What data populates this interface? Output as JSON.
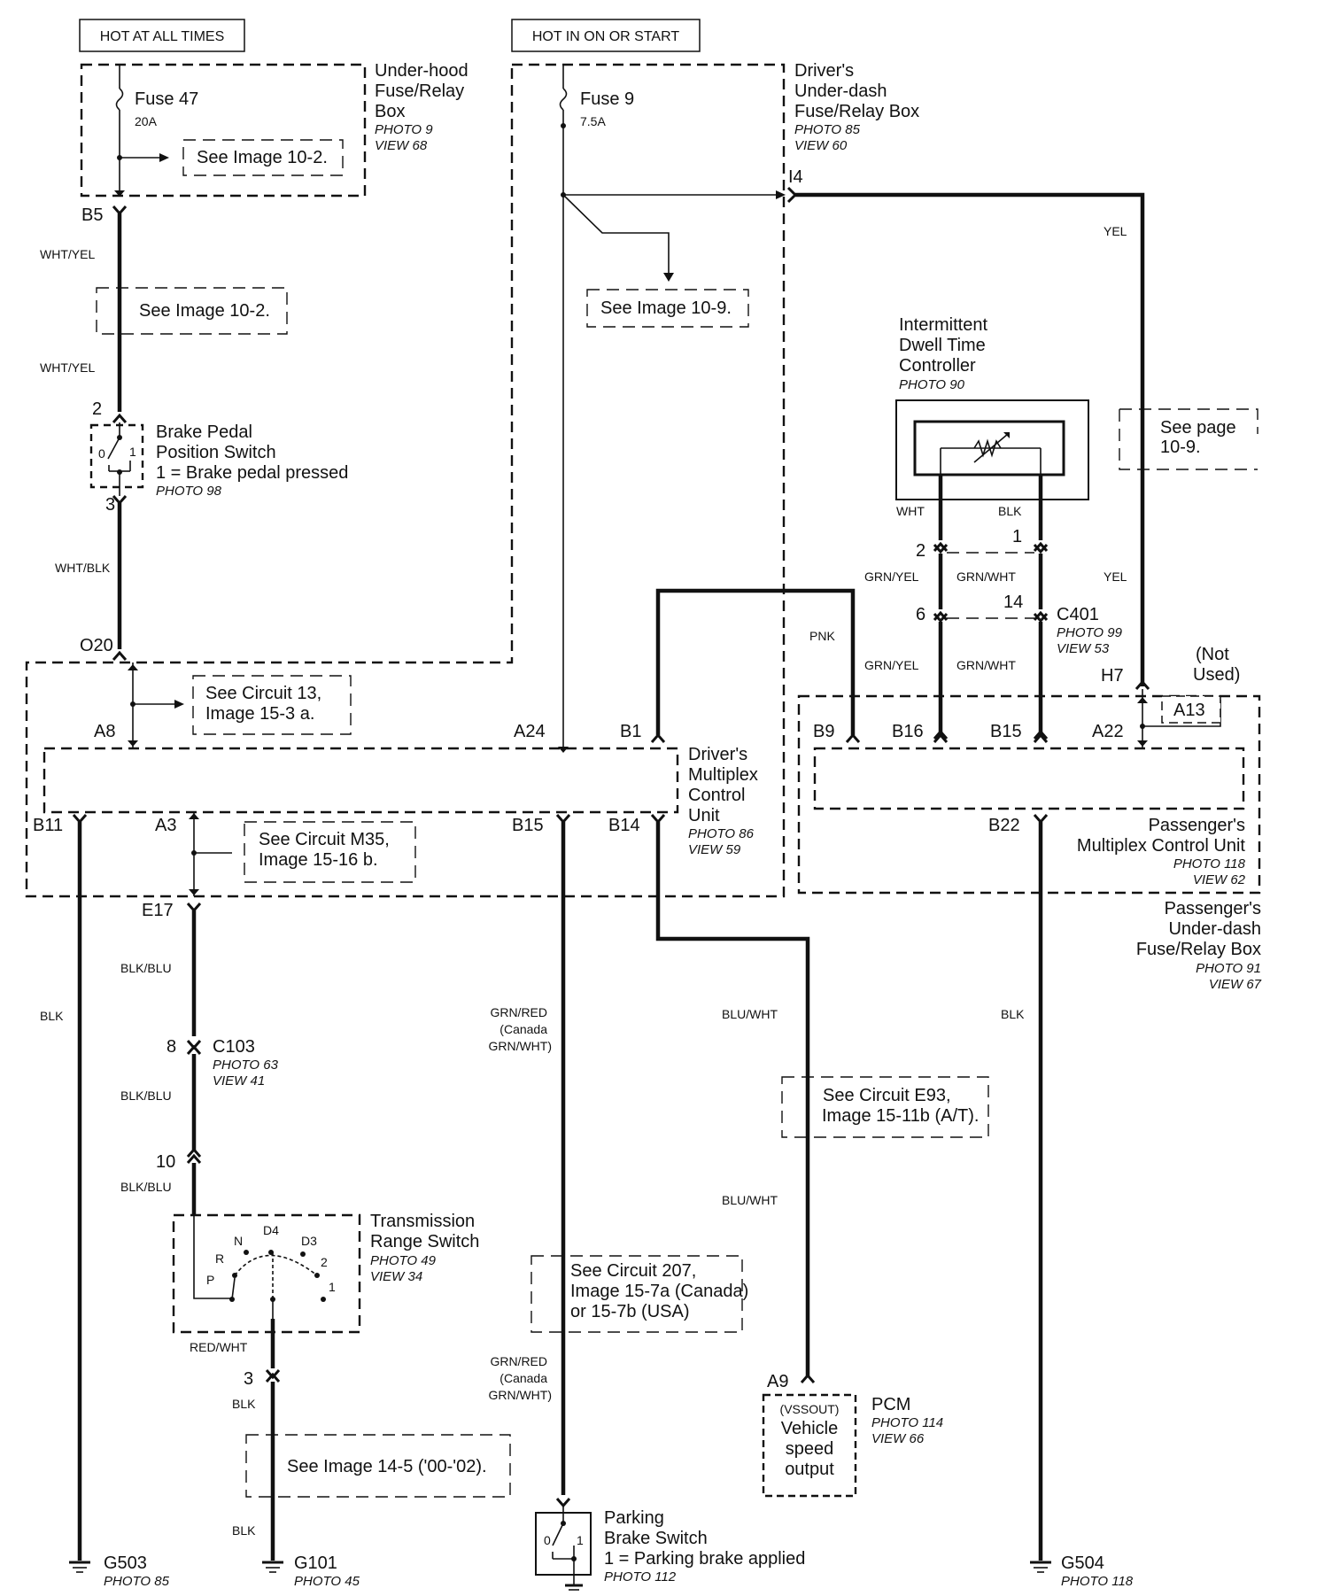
{
  "headers": {
    "hot_at_all_times": "HOT AT ALL TIMES",
    "hot_in_on_or_start": "HOT IN ON OR START"
  },
  "underhood_box": {
    "name": [
      "Under-hood",
      "Fuse/Relay",
      "Box"
    ],
    "photo": "PHOTO 9",
    "view": "VIEW 68",
    "fuse": "Fuse 47",
    "rating": "20A",
    "see_image": "See Image 10-2."
  },
  "driver_underdash_box": {
    "name": [
      "Driver's",
      "Under-dash",
      "Fuse/Relay Box"
    ],
    "photo": "PHOTO 85",
    "view": "VIEW 60",
    "fuse": "Fuse 9",
    "rating": "7.5A",
    "see_image": "See Image 10-9.",
    "terminal_i4": "I4"
  },
  "left_branch": {
    "b5": "B5",
    "wire1": "WHT/YEL",
    "see_image": "See Image 10-2.",
    "wire2": "WHT/YEL",
    "pin2": "2",
    "pin3": "3",
    "wire3": "WHT/BLK",
    "o20": "O20"
  },
  "brake_switch": {
    "name": [
      "Brake Pedal",
      "Position Switch"
    ],
    "note": "1 = Brake pedal pressed",
    "photo": "PHOTO 98",
    "pos0": "0",
    "pos1": "1"
  },
  "controller": {
    "name": [
      "Intermittent",
      "Dwell Time",
      "Controller"
    ],
    "photo": "PHOTO 90",
    "wire_left": "WHT",
    "wire_right": "BLK",
    "pin2": "2",
    "pin1": "1",
    "grn_yel_1": "GRN/YEL",
    "grn_wht_1": "GRN/WHT",
    "pin6": "6",
    "pin14": "14",
    "c401": "C401",
    "c401_photo": "PHOTO 99",
    "c401_view": "VIEW 53",
    "grn_yel_2": "GRN/YEL",
    "grn_wht_2": "GRN/WHT"
  },
  "yel_wire": {
    "label1": "YEL",
    "label2": "YEL",
    "see_page": [
      "See page",
      "10-9."
    ]
  },
  "driver_mcu": {
    "name": [
      "Driver's",
      "Multiplex",
      "Control",
      "Unit"
    ],
    "photo": "PHOTO 86",
    "view": "VIEW 59",
    "a8": "A8",
    "a24": "A24",
    "b1": "B1",
    "b11": "B11",
    "a3": "A3",
    "b15": "B15",
    "b14": "B14",
    "see_circuit_13": [
      "See Circuit 13,",
      "Image 15-3 a."
    ],
    "see_circuit_m35": [
      "See Circuit M35,",
      "Image 15-16 b."
    ],
    "pnk": "PNK"
  },
  "passenger_mcu": {
    "name": [
      "Passenger's",
      "Multiplex Control Unit"
    ],
    "photo": "PHOTO 118",
    "view": "VIEW 62",
    "box_name": [
      "Passenger's",
      "Under-dash",
      "Fuse/Relay Box"
    ],
    "box_photo": "PHOTO 91",
    "box_view": "VIEW 67",
    "b9": "B9",
    "b16": "B16",
    "b15": "B15",
    "a22": "A22",
    "a13": "A13",
    "h7": "H7",
    "not_used": [
      "(Not",
      "Used)"
    ],
    "b22": "B22"
  },
  "bottom_left": {
    "e17": "E17",
    "blk_blu_1": "BLK/BLU",
    "pin8": "8",
    "c103": "C103",
    "c103_photo": "PHOTO 63",
    "c103_view": "VIEW 41",
    "blk_blu_2": "BLK/BLU",
    "pin10": "10",
    "blk_blu_3": "BLK/BLU",
    "blk_b11": "BLK"
  },
  "transmission_switch": {
    "name": [
      "Transmission",
      "Range Switch"
    ],
    "photo": "PHOTO 49",
    "view": "VIEW 34",
    "positions": [
      "P",
      "R",
      "N",
      "D4",
      "D3",
      "2",
      "1"
    ],
    "red_wht": "RED/WHT",
    "pin3": "3",
    "blk1": "BLK",
    "see_image": "See Image 14-5 ('00-'02).",
    "blk2": "BLK"
  },
  "grounds": {
    "g503": "G503",
    "g503_photo": "PHOTO 85",
    "g101": "G101",
    "g101_photo": "PHOTO 45",
    "g504": "G504",
    "g504_photo": "PHOTO 118"
  },
  "parking_brake": {
    "wire1": [
      "GRN/RED",
      "(Canada",
      "GRN/WHT)"
    ],
    "see_circuit_207": [
      "See Circuit 207,",
      "Image 15-7a (Canada)",
      "or 15-7b (USA)"
    ],
    "wire2": [
      "GRN/RED",
      "(Canada",
      "GRN/WHT)"
    ],
    "name": [
      "Parking",
      "Brake Switch"
    ],
    "note": "1 = Parking brake applied",
    "photo": "PHOTO 112",
    "pos0": "0",
    "pos1": "1"
  },
  "pcm_branch": {
    "blu_wht_1": "BLU/WHT",
    "see_circuit_e93": [
      "See Circuit E93,",
      "Image 15-11b (A/T)."
    ],
    "blu_wht_2": "BLU/WHT",
    "a9": "A9",
    "pcm": "PCM",
    "pcm_photo": "PHOTO 114",
    "pcm_view": "VIEW 66",
    "vss": [
      "(VSSOUT)",
      "Vehicle",
      "speed",
      "output"
    ]
  },
  "right_branch": {
    "blk": "BLK"
  }
}
